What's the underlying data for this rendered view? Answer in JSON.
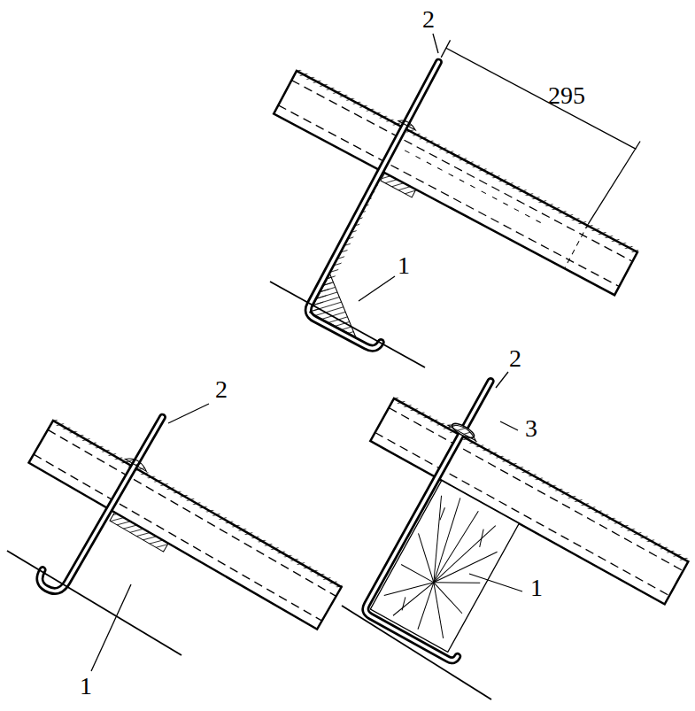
{
  "diagram": {
    "labels": [
      "2",
      "295",
      "1",
      "2",
      "1",
      "2",
      "3",
      "1"
    ]
  }
}
